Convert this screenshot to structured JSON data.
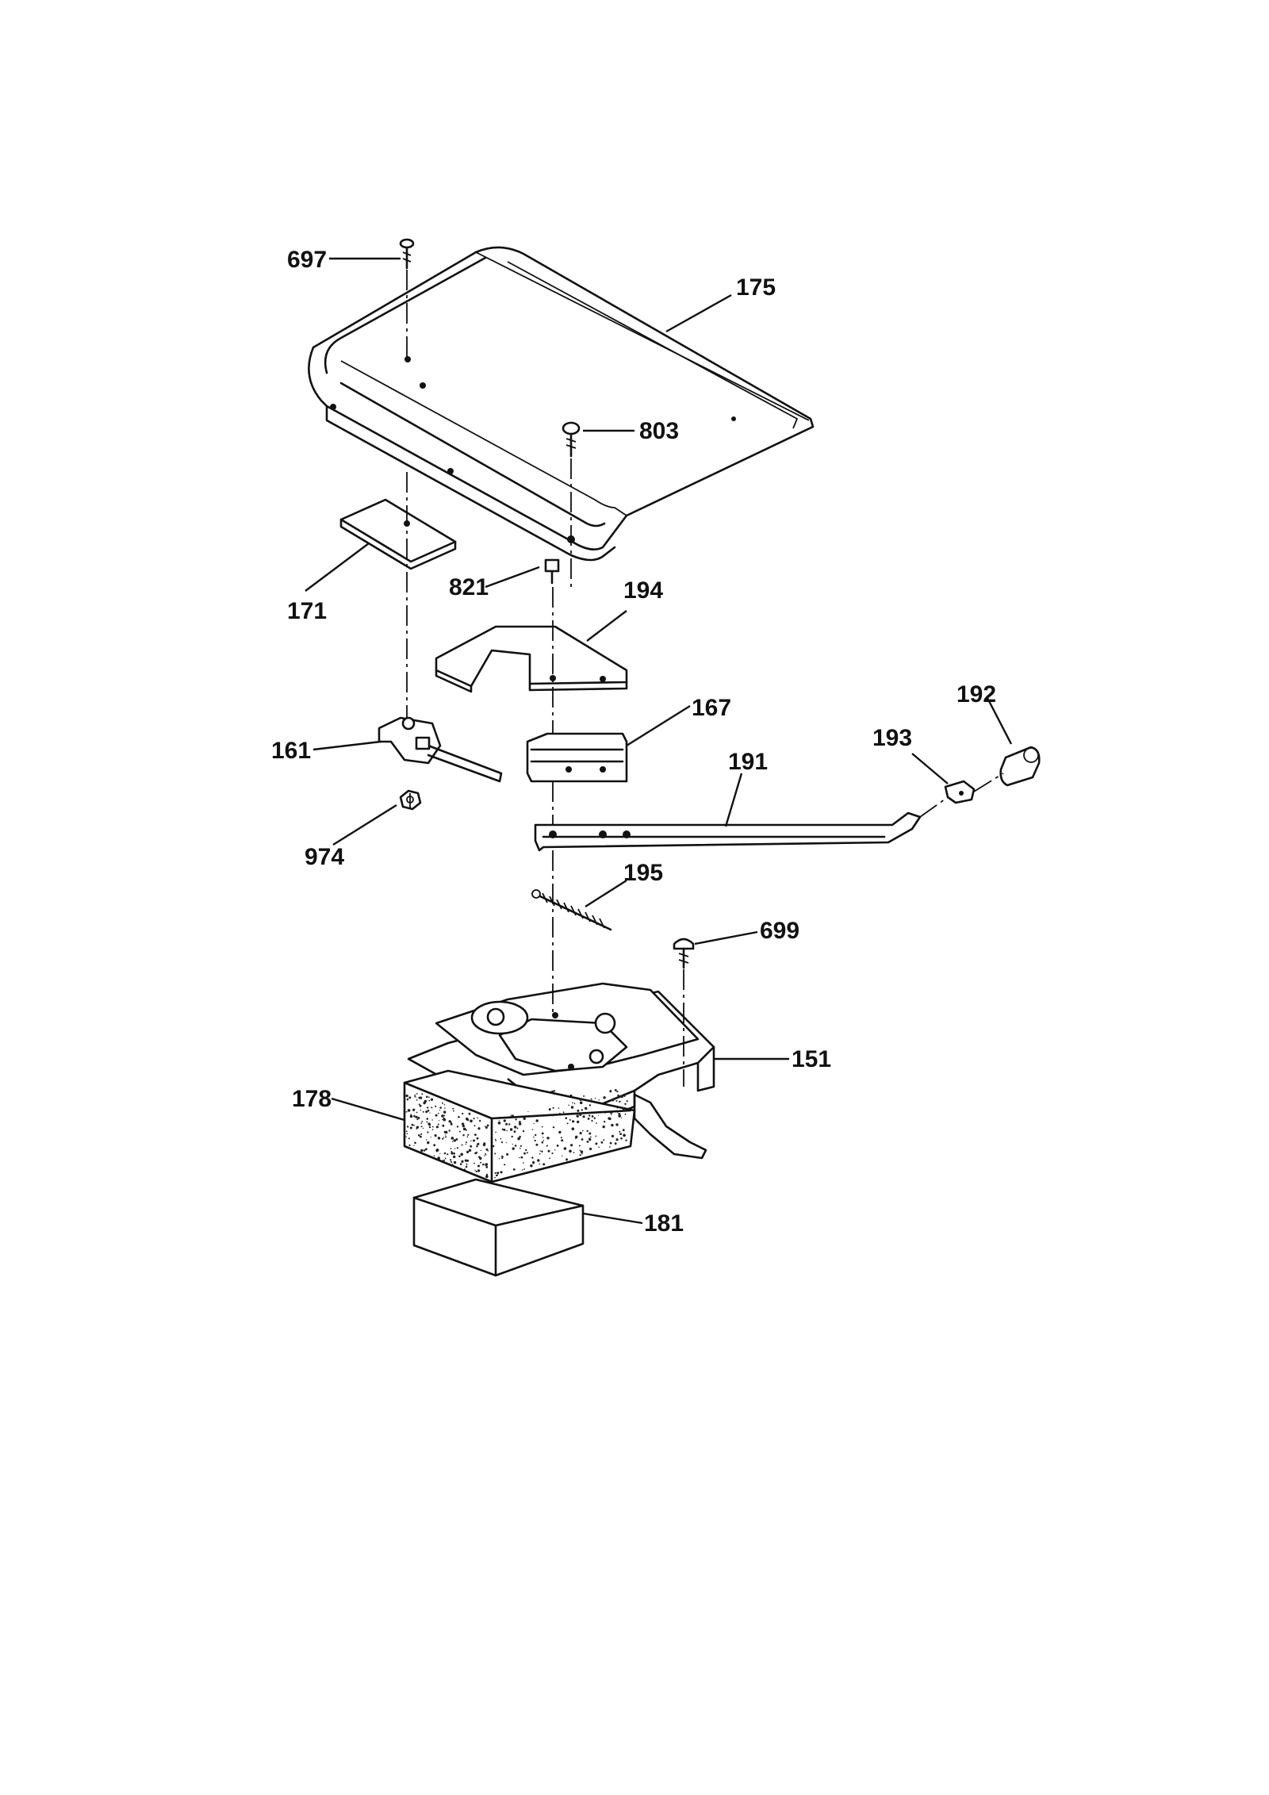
{
  "diagram": {
    "labels": [
      {
        "id": "697",
        "text": "697"
      },
      {
        "id": "175",
        "text": "175"
      },
      {
        "id": "803",
        "text": "803"
      },
      {
        "id": "171",
        "text": "171"
      },
      {
        "id": "821",
        "text": "821"
      },
      {
        "id": "194",
        "text": "194"
      },
      {
        "id": "167",
        "text": "167"
      },
      {
        "id": "192",
        "text": "192"
      },
      {
        "id": "193",
        "text": "193"
      },
      {
        "id": "161",
        "text": "161"
      },
      {
        "id": "191",
        "text": "191"
      },
      {
        "id": "974",
        "text": "974"
      },
      {
        "id": "195",
        "text": "195"
      },
      {
        "id": "699",
        "text": "699"
      },
      {
        "id": "151",
        "text": "151"
      },
      {
        "id": "178",
        "text": "178"
      },
      {
        "id": "181",
        "text": "181"
      }
    ]
  }
}
